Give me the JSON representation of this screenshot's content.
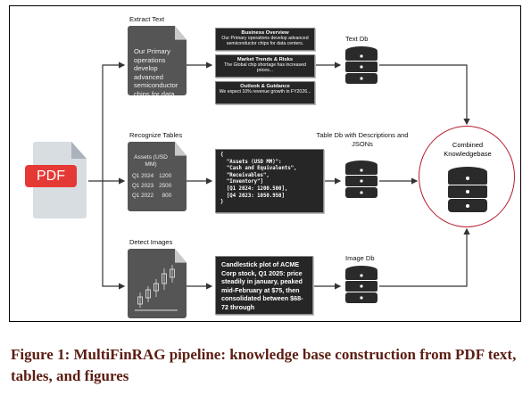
{
  "stages": {
    "text": "Extract Text",
    "tables": "Recognize Tables",
    "images": "Detect Images"
  },
  "pdf_label": "PDF",
  "text_doc_content": "Our Primary operations develop advanced semiconductor chips for data centers",
  "text_chunks": [
    {
      "title": "Business Overview",
      "body": "Our Primary operations develop advanced semiconductor chips for data centers."
    },
    {
      "title": "Market Trends & Risks",
      "body": "The Global chip shortage has increased prices..."
    },
    {
      "title": "Outlook & Guidance",
      "body": "We expect 10% revenue growth in FY2026..."
    }
  ],
  "table_doc": {
    "header": "Assets (USD MM)",
    "rows": [
      [
        "Q1 2024",
        "1200"
      ],
      [
        "Q1 2023",
        "2500"
      ],
      [
        "Q1 2022",
        "800"
      ]
    ]
  },
  "table_json": "{\n  \"Assets (USD MM)\":\n  \"Cash and Equivalents\",\n  \"Receivables\",\n  \"Inventory\"]\n  [Q1 2024: 1200.500],\n  [Q4 2023: 1050.950]\n}",
  "image_description": "Candlestick plot of ACME Corp stock, Q1 2025: price steadily in january, peaked mid-February at $75, then consolidated between $68-72 through",
  "databases": {
    "text": "Text Db",
    "table": "Table Db with Descriptions and JSONs",
    "image": "Image Db",
    "combined": "Combined Knowledgebase"
  },
  "caption": "Figure 1: MultiFinRAG pipeline: knowledge base construction from PDF text, tables, and figures",
  "colors": {
    "pdf_badge": "#e53935",
    "doc_dark": "#555555",
    "box_dark": "#262626",
    "combined_ring": "#b71c2c",
    "caption": "#5b1d12"
  },
  "icons": [
    "pdf-file-icon",
    "document-icon",
    "database-icon",
    "candlestick-icon"
  ]
}
